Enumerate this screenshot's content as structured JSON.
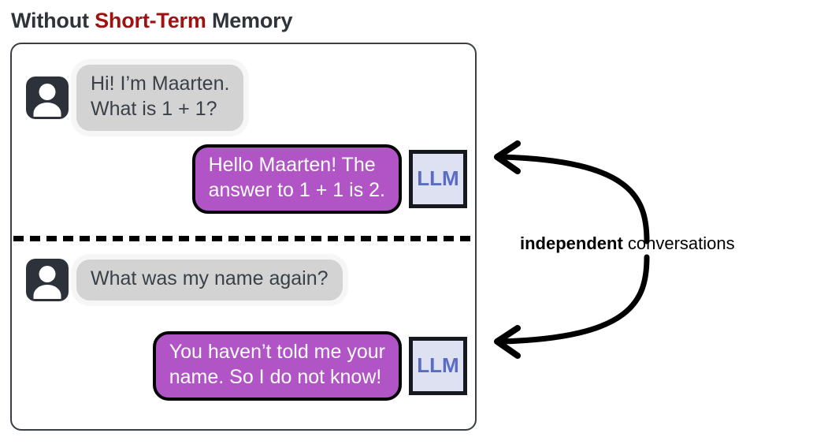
{
  "title": {
    "prefix": "Without ",
    "accent": "Short-Term",
    "suffix": " Memory",
    "accent_color": "#9e1212",
    "text_color": "#2f343b"
  },
  "colors": {
    "user_bubble": "#d3d3d3",
    "user_text": "#3a4047",
    "bot_bubble": "#b155c6",
    "bot_text": "#ffffff",
    "bot_border": "#000000",
    "llm_badge_bg": "#dde1f2",
    "llm_badge_text": "#5a6bc4",
    "avatar_bg": "#2d323a",
    "container_border": "#3a3f45",
    "arrow": "#000000"
  },
  "conversations": [
    {
      "messages": [
        {
          "role": "user",
          "avatar_icon": "person-avatar-icon",
          "text": "Hi! I’m Maarten.\nWhat is 1 + 1?"
        },
        {
          "role": "assistant",
          "badge": "LLM",
          "text": "Hello Maarten! The\nanswer to 1 + 1 is 2."
        }
      ]
    },
    {
      "messages": [
        {
          "role": "user",
          "avatar_icon": "person-avatar-icon",
          "text": "What was my name again?"
        },
        {
          "role": "assistant",
          "badge": "LLM",
          "text": "You haven’t told me your\nname. So I do not know!"
        }
      ]
    }
  ],
  "divider": {
    "style": "dashed",
    "name": "conversation-separator"
  },
  "annotation": {
    "bold_word": "independent",
    "rest": " conversations",
    "arrows": [
      "arrow-to-top-conversation",
      "arrow-to-bottom-conversation"
    ]
  }
}
